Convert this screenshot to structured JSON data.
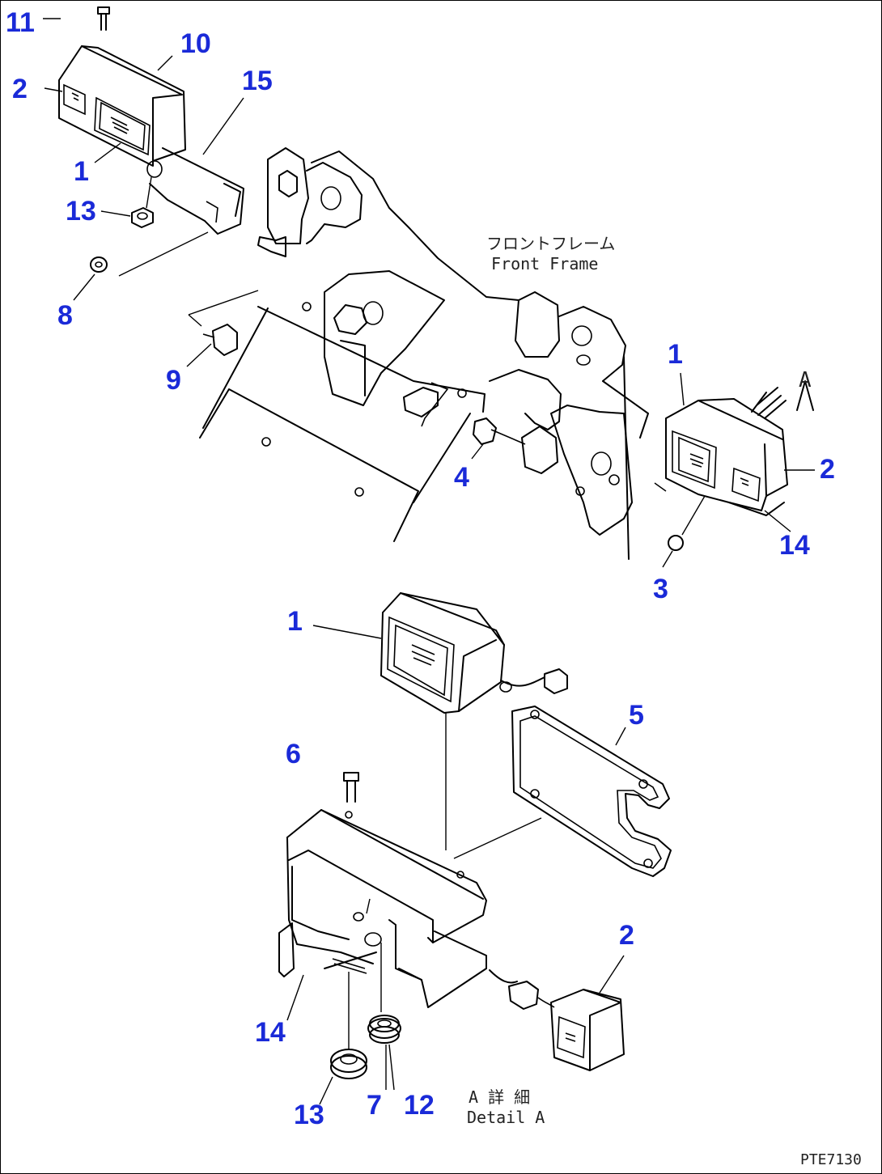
{
  "diagram": {
    "code": "PTE7130",
    "front_frame_label_jp": "フロントフレーム",
    "front_frame_label_en": "Front Frame",
    "view_arrow_label": "A",
    "detail_label_jp": "A 詳 細",
    "detail_label_en": "Detail A",
    "callouts": [
      {
        "id": "c-11",
        "text": "11"
      },
      {
        "id": "c-10",
        "text": "10"
      },
      {
        "id": "c-2a",
        "text": "2"
      },
      {
        "id": "c-15",
        "text": "15"
      },
      {
        "id": "c-1a",
        "text": "1"
      },
      {
        "id": "c-13a",
        "text": "13"
      },
      {
        "id": "c-8",
        "text": "8"
      },
      {
        "id": "c-9",
        "text": "9"
      },
      {
        "id": "c-1b",
        "text": "1"
      },
      {
        "id": "c-4",
        "text": "4"
      },
      {
        "id": "c-2b",
        "text": "2"
      },
      {
        "id": "c-14a",
        "text": "14"
      },
      {
        "id": "c-3",
        "text": "3"
      },
      {
        "id": "c-1c",
        "text": "1"
      },
      {
        "id": "c-5",
        "text": "5"
      },
      {
        "id": "c-6",
        "text": "6"
      },
      {
        "id": "c-2c",
        "text": "2"
      },
      {
        "id": "c-14b",
        "text": "14"
      },
      {
        "id": "c-13b",
        "text": "13"
      },
      {
        "id": "c-7",
        "text": "7"
      },
      {
        "id": "c-12",
        "text": "12"
      }
    ]
  }
}
